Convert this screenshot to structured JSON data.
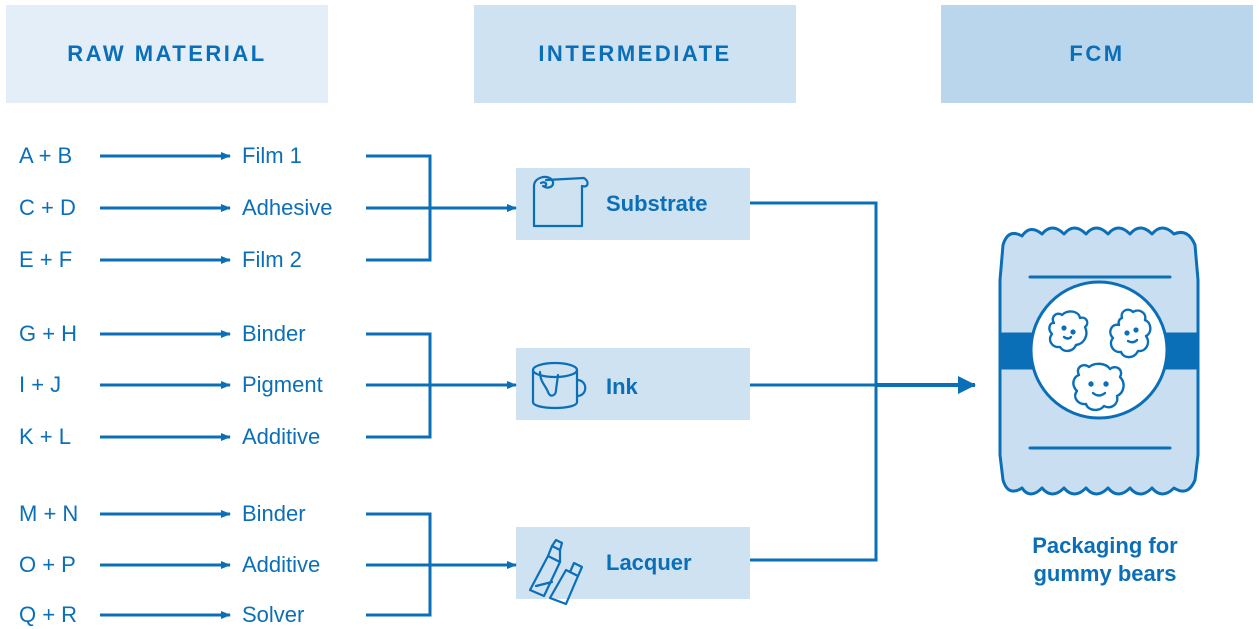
{
  "headers": {
    "raw": "RAW MATERIAL",
    "intermediate": "INTERMEDIATE",
    "fcm": "FCM"
  },
  "groups": [
    {
      "intermediate": "Substrate",
      "icon": "paper-roll-icon",
      "rows": [
        {
          "inputs": "A + B",
          "output": "Film 1"
        },
        {
          "inputs": "C + D",
          "output": "Adhesive"
        },
        {
          "inputs": "E + F",
          "output": "Film 2"
        }
      ]
    },
    {
      "intermediate": "Ink",
      "icon": "paint-bucket-icon",
      "rows": [
        {
          "inputs": "G + H",
          "output": "Binder"
        },
        {
          "inputs": "I + J",
          "output": "Pigment"
        },
        {
          "inputs": "K + L",
          "output": "Additive"
        }
      ]
    },
    {
      "intermediate": "Lacquer",
      "icon": "tubes-icon",
      "rows": [
        {
          "inputs": "M + N",
          "output": "Binder"
        },
        {
          "inputs": "O + P",
          "output": "Additive"
        },
        {
          "inputs": "Q + R",
          "output": "Solver"
        }
      ]
    }
  ],
  "fcm": {
    "line1": "Packaging for",
    "line2": "gummy bears",
    "icon": "gummy-bear-package-icon"
  },
  "colors": {
    "primary": "#0b6fb8",
    "header1": "#e3eef8",
    "header2": "#cfe2f1",
    "header3": "#b9d6ec",
    "box": "#cfe2f1",
    "package": "#c9dff1"
  }
}
